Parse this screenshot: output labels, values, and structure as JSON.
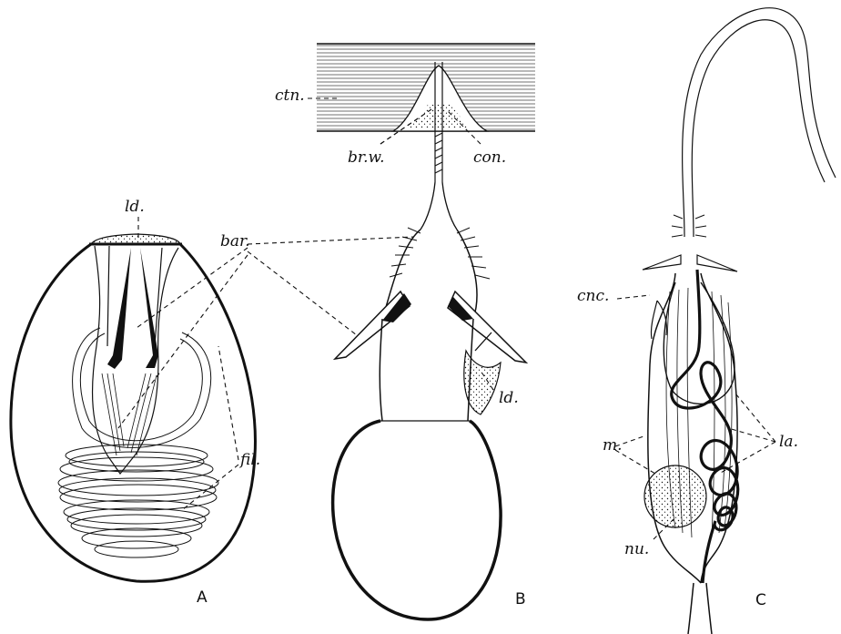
{
  "labels": {
    "ld": "ld.",
    "bar": "bar.",
    "fil": "fil.",
    "ctn": "ctn.",
    "brw": "br.w.",
    "con": "con.",
    "cnc": "cnc.",
    "la": "la.",
    "m": "m.",
    "nu": "nu."
  },
  "panels": {
    "a": "A",
    "b": "B",
    "c": "C"
  }
}
